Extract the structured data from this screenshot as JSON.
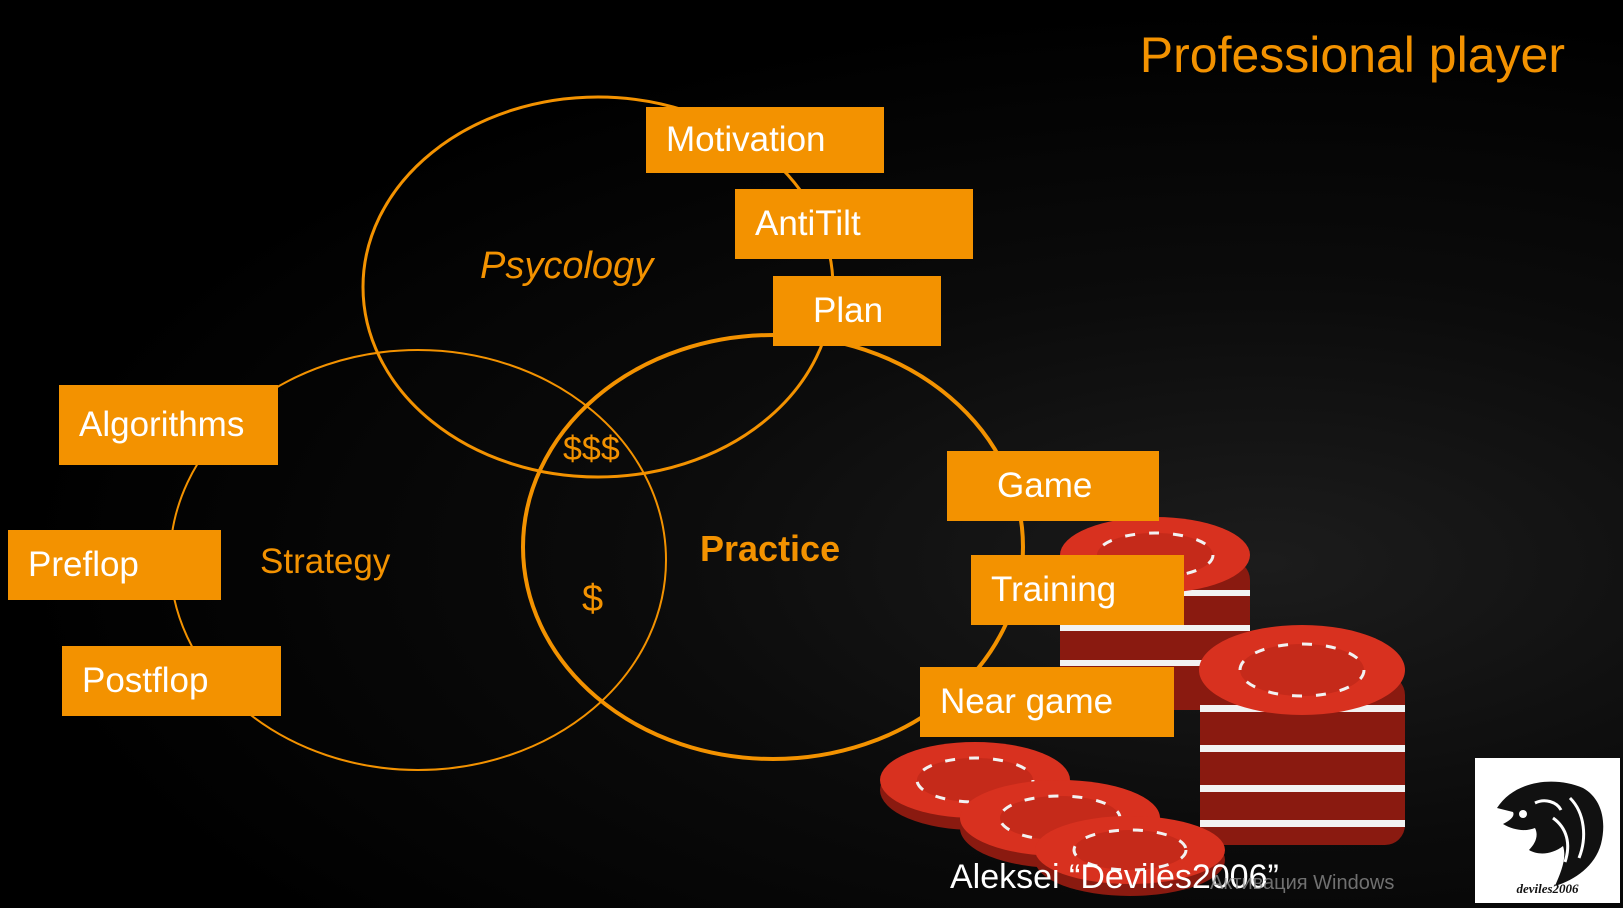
{
  "title": "Professional player",
  "circles": {
    "psychology": "Psycology",
    "strategy": "Strategy",
    "practice": "Practice"
  },
  "intersections": {
    "all_three": "$$$",
    "strategy_practice": "$"
  },
  "boxes": {
    "motivation": "Motivation",
    "antitilt": "AntiTilt",
    "plan": "Plan",
    "algorithms": "Algorithms",
    "preflop": "Preflop",
    "postflop": "Postflop",
    "game": "Game",
    "training": "Training",
    "near_game": "Near game"
  },
  "author": "Aleksei “Deviles2006”",
  "watermark": "Активация Windows",
  "logo_text": "deviles2006",
  "colors": {
    "accent": "#f39200",
    "background": "#000000",
    "box_text": "#ffffff",
    "chip_red": "#d8311f"
  }
}
